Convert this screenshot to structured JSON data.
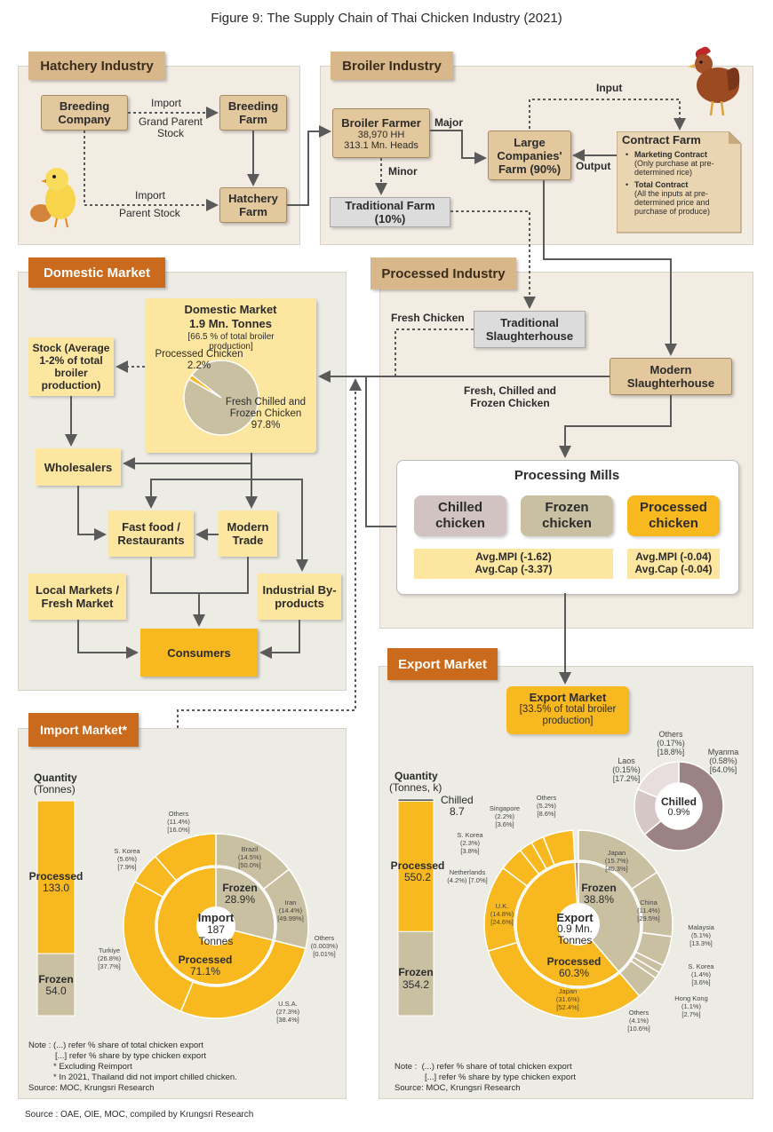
{
  "figure_title": "Figure 9: The Supply Chain of Thai Chicken Industry (2021)",
  "source": "Source : OAE, OIE, MOC, compiled by Krungsri Research",
  "hatchery": {
    "title": "Hatchery Industry",
    "breeding_company": "Breeding Company",
    "breeding_farm": "Breeding Farm",
    "hatchery_farm": "Hatchery Farm",
    "import_1": "Import",
    "grand_parent_stock": "Grand Parent Stock",
    "import_2": "Import",
    "parent_stock": "Parent Stock"
  },
  "broiler": {
    "title": "Broiler Industry",
    "farmer_title": "Broiler Farmer",
    "farmer_hh": "38,970 HH",
    "farmer_heads": "313.1 Mn. Heads",
    "major": "Major",
    "minor": "Minor",
    "input": "Input",
    "output": "Output",
    "large_farm": "Large Companies' Farm (90%)",
    "traditional_farm": "Traditional Farm (10%)",
    "contract_title": "Contract Farm",
    "contract_b1_title": "Marketing Contract",
    "contract_b1_text": "(Only purchase at pre-determined rice)",
    "contract_b2_title": "Total Contract",
    "contract_b2_text": "(All the inputs at pre- determined price and purchase of produce)"
  },
  "domestic": {
    "title": "Domestic Market",
    "market_title": "Domestic Market",
    "market_volume": "1.9 Mn. Tonnes",
    "market_share": "[66.5 % of total broiler production]",
    "pie_processed": "Processed Chicken 2.2%",
    "pie_fresh": "Fresh Chilled and Frozen Chicken 97.8%",
    "stock": "Stock (Average 1-2% of total broiler production)",
    "wholesalers": "Wholesalers",
    "fastfood": "Fast food / Restaurants",
    "modern_trade": "Modern Trade",
    "industrial": "Industrial By-products",
    "local_markets": "Local Markets / Fresh Market",
    "consumers": "Consumers"
  },
  "processed": {
    "title": "Processed Industry",
    "fresh_chicken": "Fresh Chicken",
    "traditional_slaughterhouse": "Traditional Slaughterhouse",
    "modern_slaughterhouse": "Modern Slaughterhouse",
    "fresh_chilled_frozen": "Fresh, Chilled and Frozen Chicken",
    "mills_title": "Processing Mills",
    "chilled": "Chilled chicken",
    "frozen": "Frozen chicken",
    "processed": "Processed chicken",
    "avg_left_1": "Avg.MPI (-1.62)",
    "avg_left_2": "Avg.Cap (-3.37)",
    "avg_right_1": "Avg.MPI (-0.04)",
    "avg_right_2": "Avg.Cap (-0.04)"
  },
  "import_market": {
    "title": "Import Market*",
    "quantity_label": "Quantity",
    "quantity_unit": "(Tonnes)",
    "processed_label": "Processed",
    "processed_value": "133.0",
    "frozen_label": "Frozen",
    "frozen_value": "54.0",
    "center_1": "Import",
    "center_2": "187",
    "center_3": "Tonnes",
    "inner_frozen": "Frozen",
    "inner_frozen_pct": "28.9%",
    "inner_processed": "Processed",
    "inner_processed_pct": "71.1%",
    "labels": [
      "Others (11.4%) [16.0%]",
      "Brazil (14.5%) [50.0%]",
      "S. Korea (5.6%) [7.9%]",
      "Iran (14.4%) [49.99%]",
      "Others (0.003%) [0.01%]",
      "Turkiye (26.8%) [37.7%]",
      "U.S.A. (27.3%) [38.4%]"
    ],
    "note_1": "Note : (...) refer % share of total chicken export",
    "note_2": "[...] refer % share by type chicken export",
    "note_3": "* Excluding Reimport",
    "note_4": "* In 2021, Thailand did not import chilled chicken.",
    "note_5": "Source: MOC, Krungsri Research"
  },
  "export_market": {
    "title": "Export Market",
    "box_title": "Export Market",
    "box_share": "[33.5% of total broiler production]",
    "quantity_label": "Quantity",
    "quantity_unit": "(Tonnes, k)",
    "chilled_label": "Chilled",
    "chilled_value": "8.7",
    "processed_label": "Processed",
    "processed_value": "550.2",
    "frozen_label": "Frozen",
    "frozen_value": "354.2",
    "center_1": "Export",
    "center_2": "0.9 Mn.",
    "center_3": "Tonnes",
    "inner_frozen": "Frozen",
    "inner_frozen_pct": "38.8%",
    "inner_processed": "Processed",
    "inner_processed_pct": "60.3%",
    "chilled_center": "Chilled",
    "chilled_center_pct": "0.9%",
    "chilled_labels": [
      "Others (0.17%) [18.8%]",
      "Myanma (0.58%) [64.0%]",
      "Laos (0.15%) [17.2%]"
    ],
    "labels": [
      "Others (5.2%) [8.6%]",
      "Singapore (2.2%) [3.6%]",
      "S. Korea (2.3%) [3.8%]",
      "Netherlands (4.2%) [7.0%]",
      "U.K. (14.8%) [24.6%]",
      "Japan (15.7%) [40.3%]",
      "China (11.4%) [29.5%]",
      "Malaysia (5.1%) [13.3%]",
      "S. Korea (1.4%) [3.6%]",
      "Hong Kong (1.1%) [2.7%]",
      "Others (4.1%) [10.6%]",
      "Japan (31.6%) [52.4%]"
    ],
    "note_1": "Note :  (...) refer % share of total chicken export",
    "note_2": "[...] refer % share by type chicken export",
    "note_3": "Source: MOC, Krungsri Research"
  },
  "colors": {
    "tan": "#d8b88a",
    "orange": "#c96a1c",
    "yellow": "#f8b920",
    "light_yellow": "#fde6a0",
    "khaki": "#c9bfa1",
    "mauve": "#a38d8f"
  },
  "chart_data": [
    {
      "type": "pie",
      "title": "Domestic Market",
      "categories": [
        "Processed Chicken",
        "Fresh Chilled and Frozen Chicken"
      ],
      "values": [
        2.2,
        97.8
      ]
    },
    {
      "type": "bar",
      "title": "Import Market Quantity (Tonnes)",
      "categories": [
        "Processed",
        "Frozen"
      ],
      "values": [
        133.0,
        54.0
      ]
    },
    {
      "type": "pie",
      "title": "Import by type",
      "categories": [
        "Frozen",
        "Processed"
      ],
      "values": [
        28.9,
        71.1
      ],
      "outer": {
        "categories": [
          "Brazil",
          "Iran",
          "Others",
          "U.S.A.",
          "Turkiye",
          "S. Korea",
          "Others"
        ],
        "values": [
          14.5,
          14.4,
          0.003,
          27.3,
          26.8,
          5.6,
          11.4
        ]
      }
    },
    {
      "type": "bar",
      "title": "Export Market Quantity (Tonnes, k)",
      "categories": [
        "Chilled",
        "Processed",
        "Frozen"
      ],
      "values": [
        8.7,
        550.2,
        354.2
      ]
    },
    {
      "type": "pie",
      "title": "Export by type",
      "categories": [
        "Frozen",
        "Processed",
        "Chilled"
      ],
      "values": [
        38.8,
        60.3,
        0.9
      ],
      "outer": {
        "categories": [
          "Japan",
          "China",
          "Malaysia",
          "S. Korea",
          "Hong Kong",
          "Others",
          "Japan",
          "U.K.",
          "Netherlands",
          "S. Korea",
          "Singapore",
          "Others"
        ],
        "values": [
          15.7,
          11.4,
          5.1,
          1.4,
          1.1,
          4.1,
          31.6,
          14.8,
          4.2,
          2.3,
          2.2,
          5.2
        ]
      }
    },
    {
      "type": "pie",
      "title": "Chilled export",
      "categories": [
        "Myanma",
        "Laos",
        "Others"
      ],
      "values": [
        64.0,
        17.2,
        18.8
      ]
    }
  ]
}
